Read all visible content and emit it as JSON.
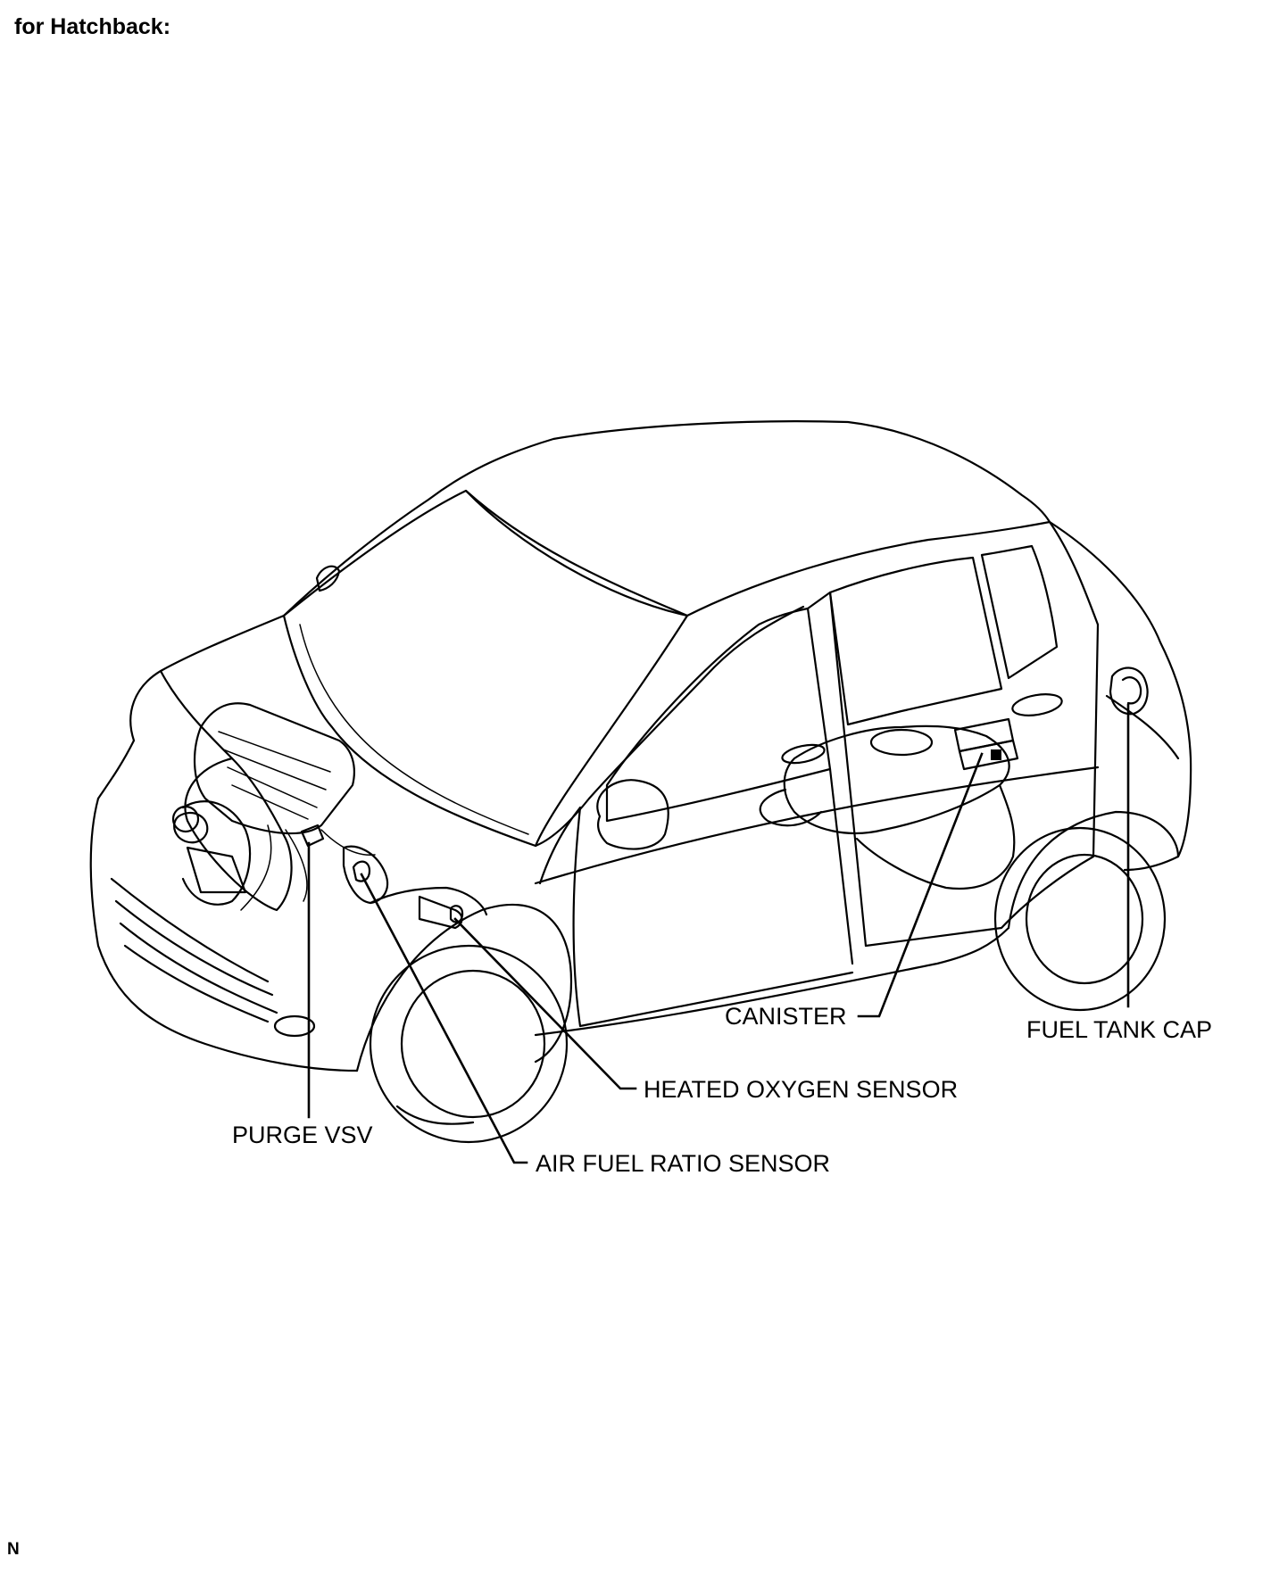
{
  "heading": "for Hatchback:",
  "corner_mark": "N",
  "callouts": {
    "canister": "CANISTER",
    "fuel_tank_cap": "FUEL TANK CAP",
    "heated_oxygen_sensor": "HEATED OXYGEN SENSOR",
    "purge_vsv": "PURGE VSV",
    "air_fuel_ratio_sensor": "AIR FUEL RATIO SENSOR"
  }
}
